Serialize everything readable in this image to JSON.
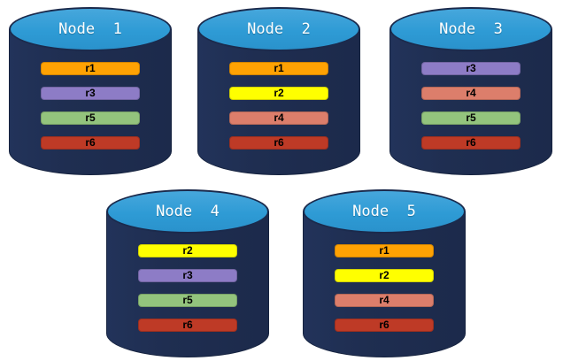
{
  "diagram": {
    "description": "Database cluster nodes with replica placement",
    "colors": {
      "cylinder_body": "#1F2E51",
      "cylinder_top": "#2E9BD5",
      "node_label_text": "#FFFFFF",
      "bar_label_text": "#000000",
      "replicas": {
        "r1": "#FFA203",
        "r2": "#FFFF00",
        "r3": "#8D7CC6",
        "r4": "#DC7E6B",
        "r5": "#93C47D",
        "r6": "#BE3A26"
      }
    }
  },
  "nodes": [
    {
      "label": "Node  1",
      "replicas": [
        "r1",
        "r3",
        "r5",
        "r6"
      ]
    },
    {
      "label": "Node  2",
      "replicas": [
        "r1",
        "r2",
        "r4",
        "r6"
      ]
    },
    {
      "label": "Node  3",
      "replicas": [
        "r3",
        "r4",
        "r5",
        "r6"
      ]
    },
    {
      "label": "Node  4",
      "replicas": [
        "r2",
        "r3",
        "r5",
        "r6"
      ]
    },
    {
      "label": "Node  5",
      "replicas": [
        "r1",
        "r2",
        "r4",
        "r6"
      ]
    }
  ]
}
